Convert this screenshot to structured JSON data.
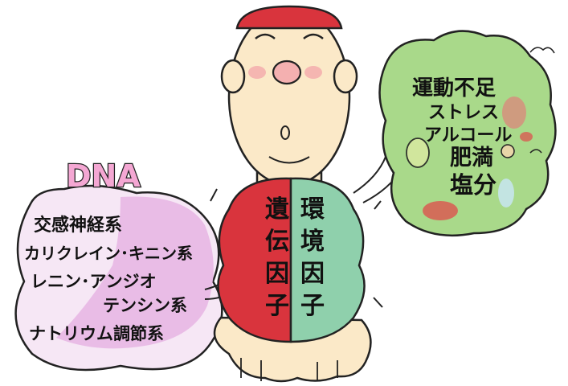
{
  "dna_bubble": {
    "title": "DNA",
    "lines": [
      "交感神経系",
      "カリクレイン･キニン系",
      "レニン･アンジオ",
      "テンシン系",
      "ナトリウム調節系"
    ]
  },
  "body_labels": {
    "left_column": [
      "遺",
      "伝",
      "因",
      "子"
    ],
    "right_column": [
      "環",
      "境",
      "因",
      "子"
    ]
  },
  "environment_bubble": {
    "lines": [
      "運動不足",
      "ストレス",
      "アルコール",
      "肥満",
      "塩分"
    ]
  },
  "colors": {
    "genetic_half": "#d9343d",
    "environment_half": "#8fd0ac",
    "dna_bubble_fill": "#e8b7e4",
    "env_bubble_fill": "#a9d98a",
    "skin": "#fbe9c8"
  }
}
